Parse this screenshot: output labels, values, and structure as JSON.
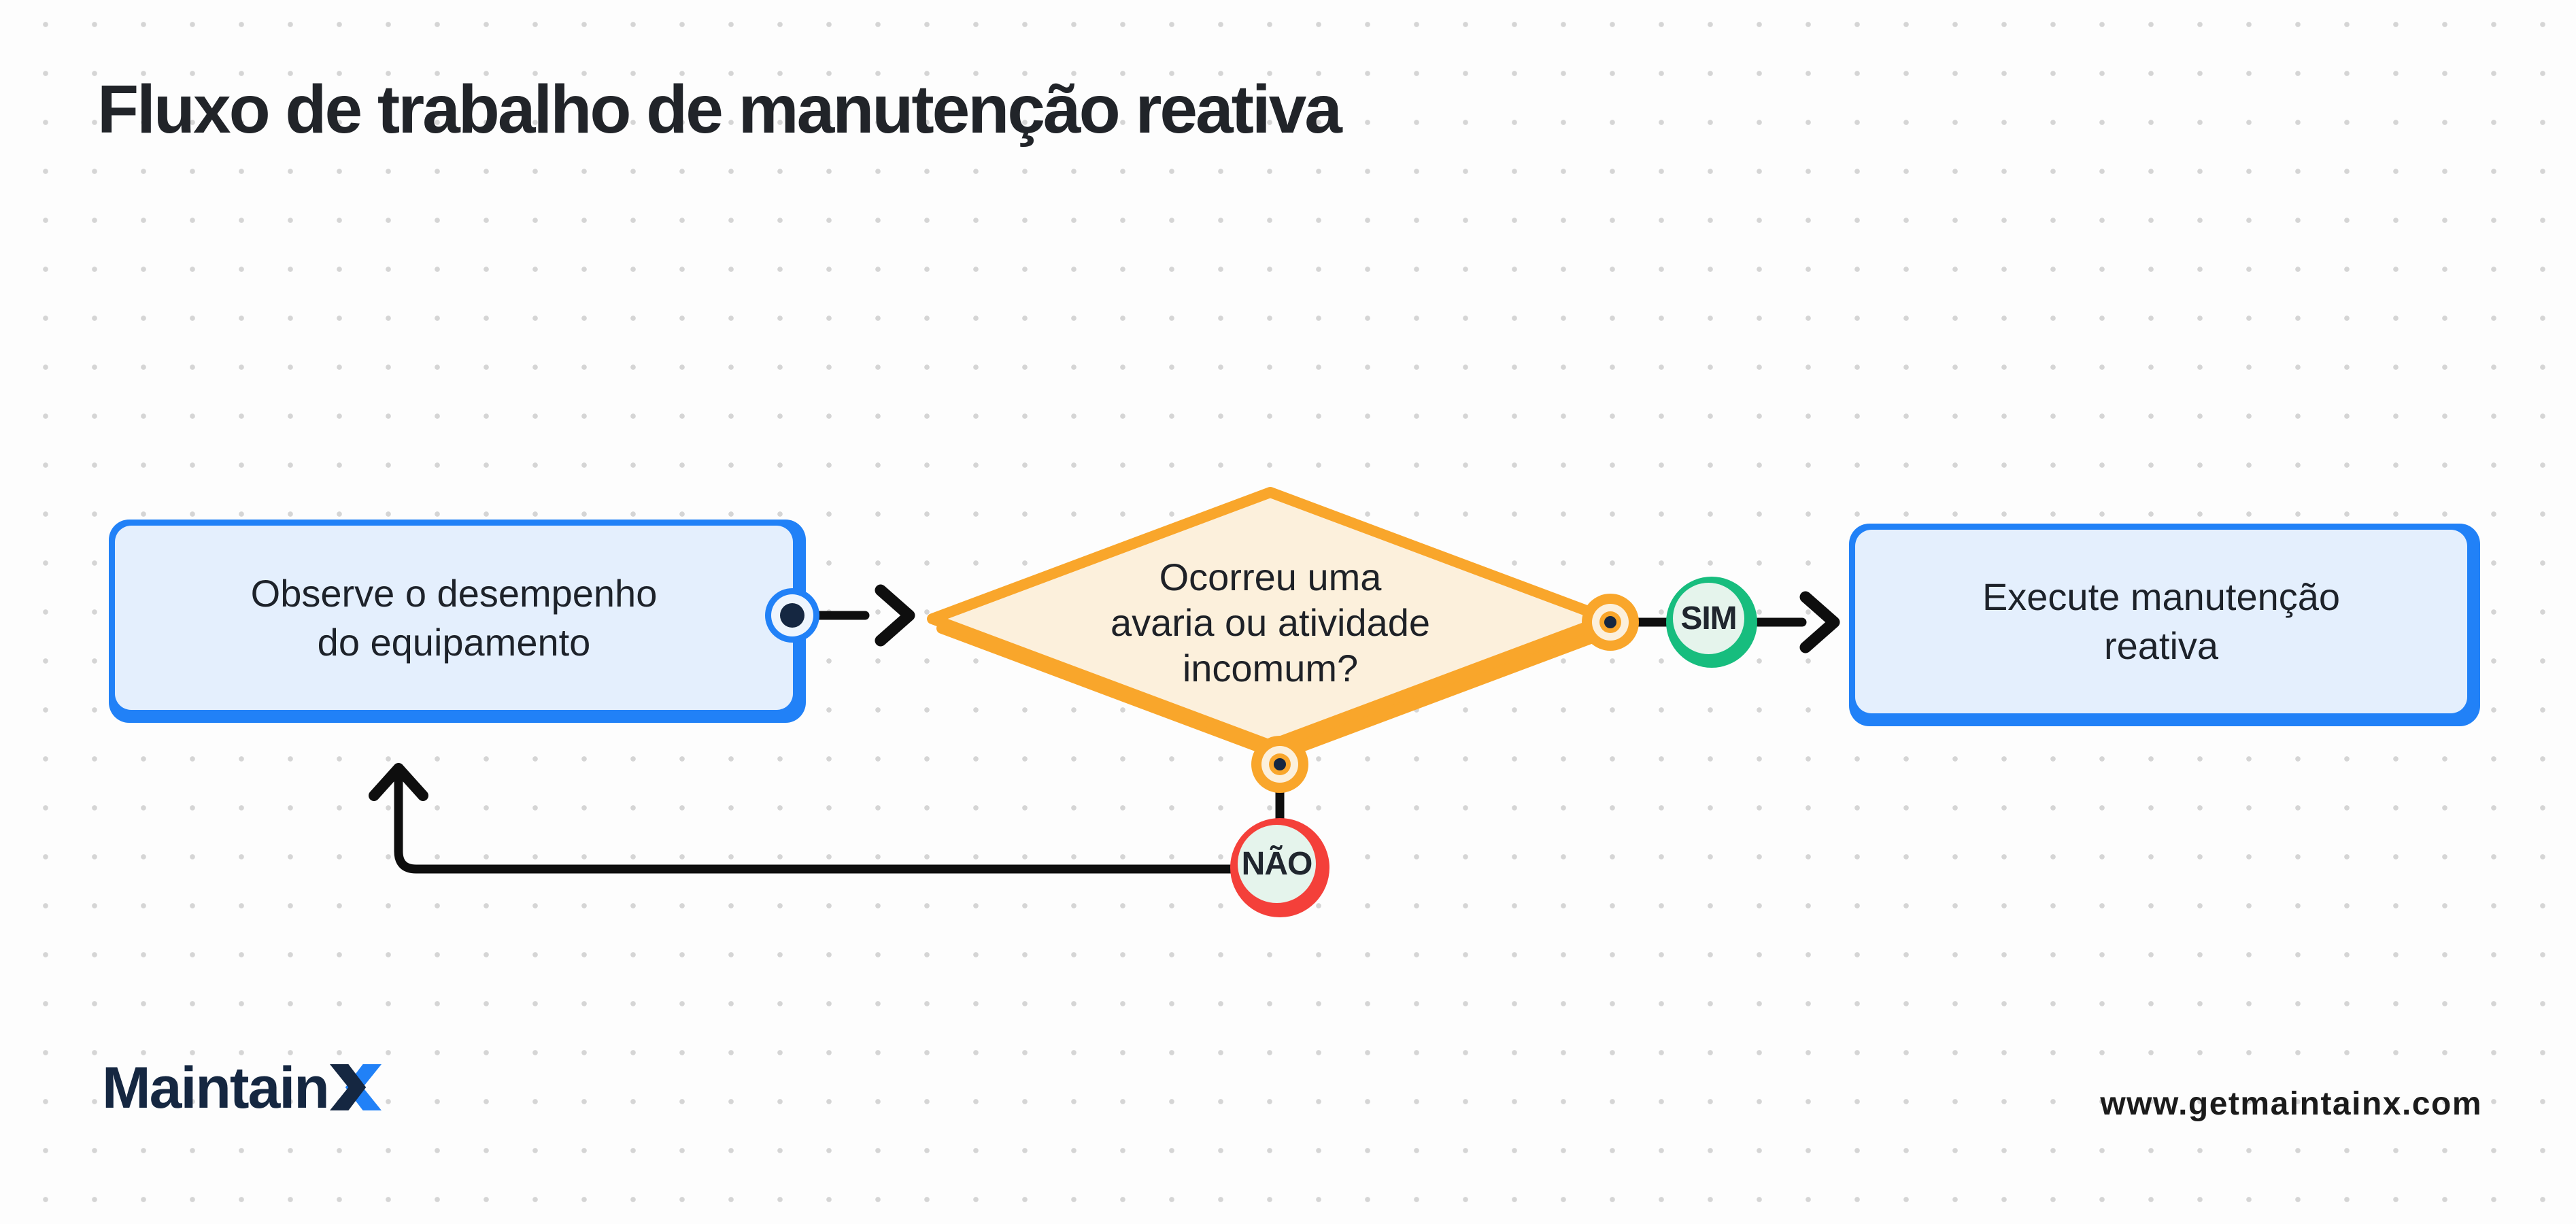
{
  "title": "Fluxo de trabalho de manutenção reativa",
  "nodes": {
    "start": {
      "label": "Observe o desempenho\ndo equipamento"
    },
    "decision": {
      "label": "Ocorreu uma\navaria ou atividade\nincomum?"
    },
    "action": {
      "label": "Execute manutenção\nreativa"
    }
  },
  "connectors": {
    "yes_label": "SIM",
    "no_label": "NÃO"
  },
  "footer": {
    "brand": "Maintain",
    "brand_x": "X",
    "url": "www.getmaintainx.com"
  },
  "colors": {
    "bg": "#fdfdfd",
    "dot": "#d5d5d5",
    "ink": "#212429",
    "blue": "#2181f7",
    "blue-fill": "#e4effd",
    "navy": "#152741",
    "orange": "#f9a62b",
    "orange-fill": "#fcf0dc",
    "green": "#17bd7e",
    "green-fill": "#e5f4ec",
    "red": "#f4403a",
    "line": "#0e0e0e"
  }
}
